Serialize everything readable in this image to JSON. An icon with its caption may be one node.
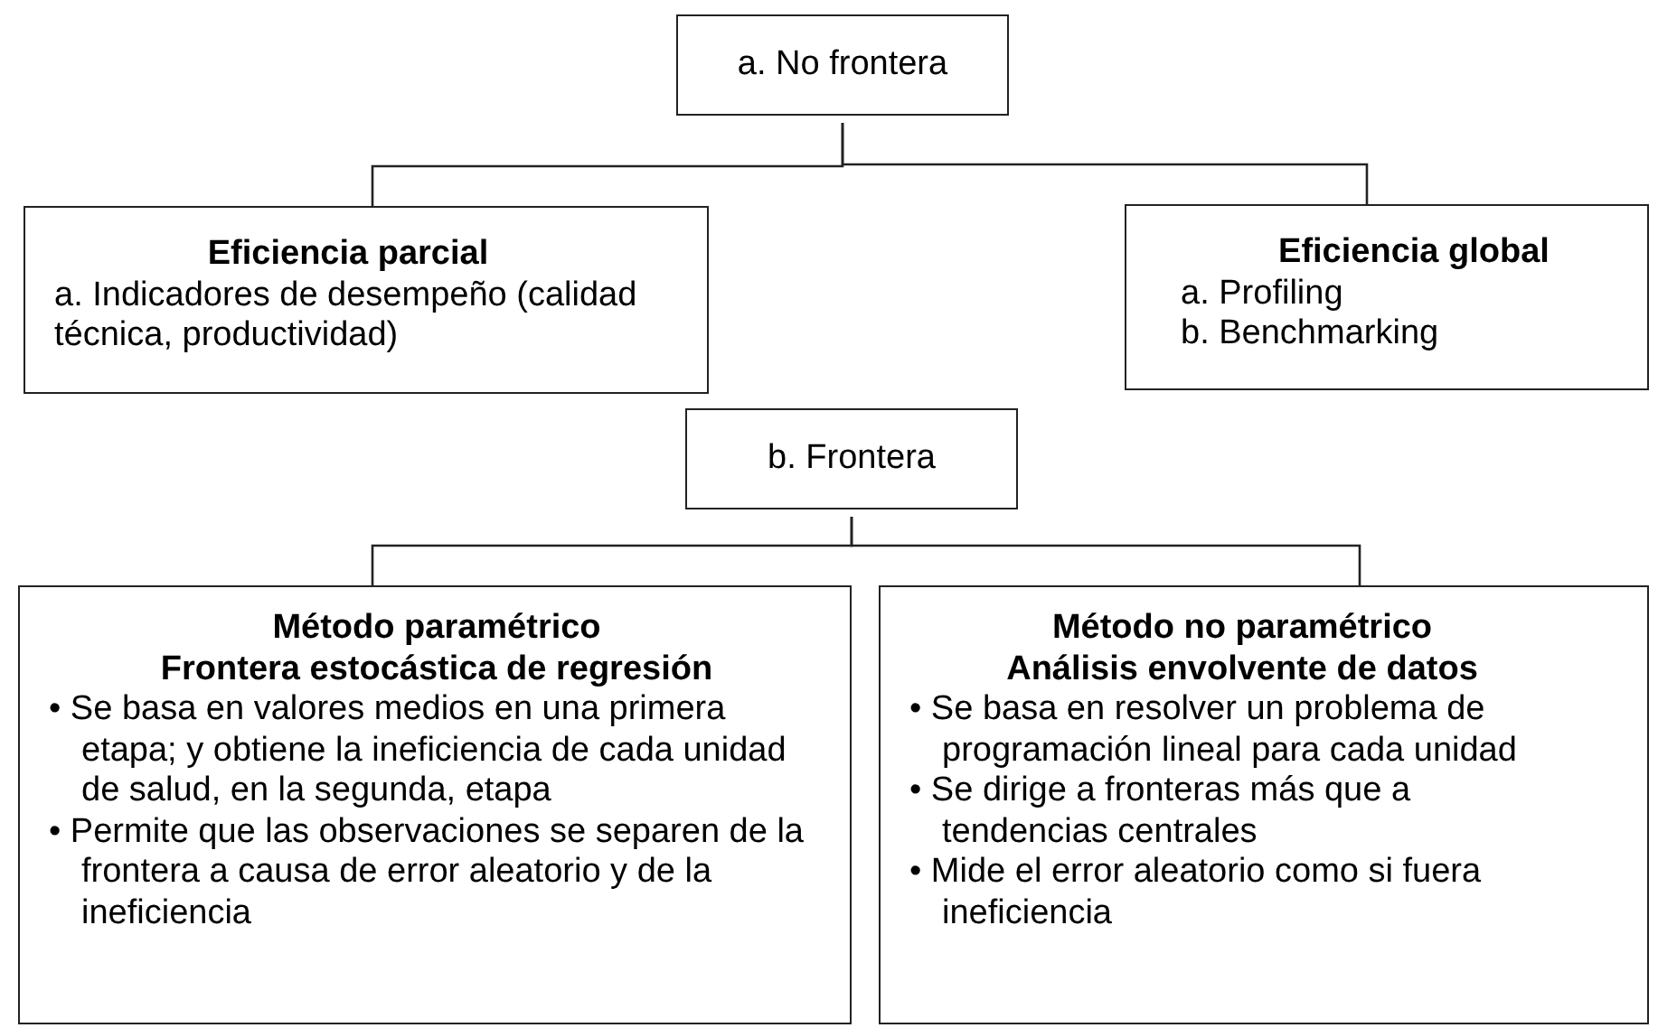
{
  "diagram": {
    "nodes": [
      {
        "text": [
          "a. No frontera"
        ]
      },
      {
        "text": [
          "Eficiencia parcial",
          "a. Indicadores de desempeño (calidad técnica, productividad)"
        ]
      },
      {
        "text": [
          "Eficiencia global",
          "a. Profiling",
          "b. Benchmarking"
        ]
      },
      {
        "text": [
          "b. Frontera"
        ]
      },
      {
        "text": [
          "Método paramétrico",
          "Frontera estocástica de regresión",
          "• Se basa en valores medios en una primera etapa; y obtiene la ineficiencia de cada unidad de salud, en la segunda, etapa",
          "• Permite que las observaciones se separen de la frontera a causa de error aleatorio y de la ineficiencia"
        ]
      },
      {
        "text": [
          "Método no paramétrico",
          "Análisis envolvente de datos",
          "• Se basa en resolver un problema de programación lineal para cada unidad",
          "• Se dirige a fronteras más que a tendencias centrales",
          "• Mide el error aleatorio como si fuera ineficiencia"
        ]
      }
    ],
    "edges": [
      {
        "from": 0,
        "to": 1,
        "arrow": "none"
      },
      {
        "from": 0,
        "to": 2,
        "arrow": "none"
      },
      {
        "from": 3,
        "to": 4,
        "arrow": "none"
      },
      {
        "from": 3,
        "to": 5,
        "arrow": "none"
      }
    ]
  }
}
